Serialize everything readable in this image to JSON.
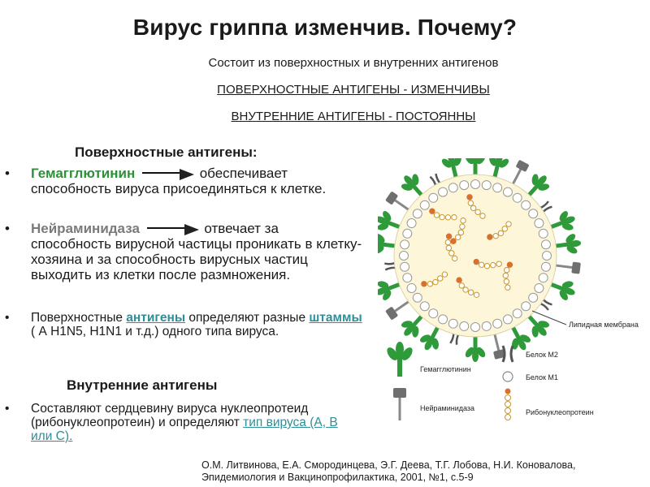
{
  "title": "Вирус гриппа изменчив. Почему?",
  "subtitle": "Состоит из поверхностных и внутренних антигенов",
  "surface_variable": "ПОВЕРХНОСТНЫЕ АНТИГЕНЫ  - ИЗМЕНЧИВЫ",
  "internal_constant": "ВНУТРЕННИЕ АНТИГЕНЫ - ПОСТОЯННЫ",
  "surface_heading": "Поверхностные антигены:",
  "bullets_surface": [
    {
      "term": "Гемагглютинин",
      "text_after": "обеспечивает",
      "continuation": "способность вируса присоединяться к клетке."
    },
    {
      "term": "Нейраминидаза",
      "text_after": "отвечает за",
      "continuation": "способность вирусной частицы проникать в клетку-хозяина и  за способность вирусных частиц выходить из клетки после размножения."
    },
    {
      "prefix": "Поверхностные ",
      "link1": "антигены",
      "middle": " определяют разные ",
      "link2": "штаммы",
      "suffix": " ( А H1N5, H1N1 и т.д.) одного типа вируса."
    }
  ],
  "internal_heading": "Внутренние  антигены",
  "bullet_internal": {
    "text": "Составляют сердцевину вируса нуклеопротеид (рибонуклеопротеин) и определяют ",
    "link": "тип вируса (А, В или С)."
  },
  "diagram": {
    "membrane_label": "Липидная мембрана",
    "legend": {
      "hemagglutinin": "Гемагглютинин",
      "neuraminidase": "Нейраминидаза",
      "m2": "Белок M2",
      "m1": "Белок M1",
      "rnp": "Рибонуклеопротеин"
    },
    "colors": {
      "hemagglutinin": "#2f9a3a",
      "neuraminidase": "#6f6f6f",
      "membrane": "#fdf6d8",
      "rnp": "#d8702e"
    }
  },
  "citation": {
    "line1": "О.М. Литвинова, Е.А. Смородинцева, Э.Г. Деева, Т.Г. Лобова, Н.И. Коновалова,",
    "line2": "Эпидемиология и Вакцинопрофилактика, 2001, №1, с.5-9"
  }
}
